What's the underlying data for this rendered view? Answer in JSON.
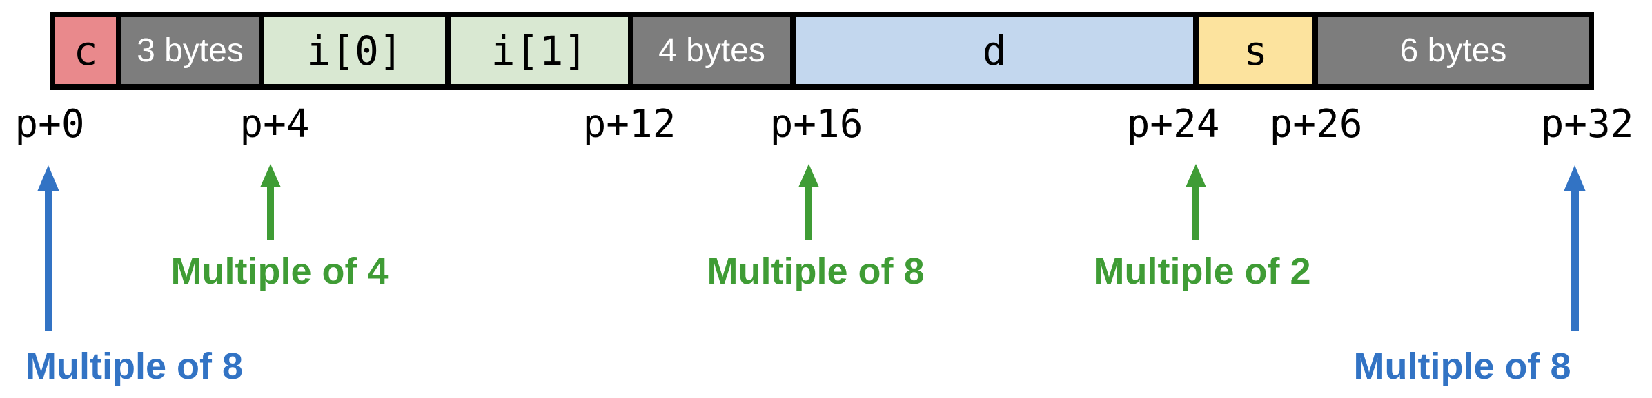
{
  "memory_bar": {
    "segments": [
      {
        "name": "c",
        "kind": "field"
      },
      {
        "name": "3 bytes",
        "kind": "padding"
      },
      {
        "name": "i[0]",
        "kind": "field"
      },
      {
        "name": "i[1]",
        "kind": "field"
      },
      {
        "name": "4 bytes",
        "kind": "padding"
      },
      {
        "name": "d",
        "kind": "field"
      },
      {
        "name": "s",
        "kind": "field"
      },
      {
        "name": "6 bytes",
        "kind": "padding"
      }
    ]
  },
  "offset_labels": [
    {
      "text": "p+0"
    },
    {
      "text": "p+4"
    },
    {
      "text": "p+12"
    },
    {
      "text": "p+16"
    },
    {
      "text": "p+24"
    },
    {
      "text": "p+26"
    },
    {
      "text": "p+32"
    }
  ],
  "alignment_annotations": [
    {
      "text": "Multiple of 8",
      "color": "blue",
      "at": "p+0"
    },
    {
      "text": "Multiple of 4",
      "color": "green",
      "at": "p+4"
    },
    {
      "text": "Multiple of 8",
      "color": "green",
      "at": "p+16"
    },
    {
      "text": "Multiple of 2",
      "color": "green",
      "at": "p+24"
    },
    {
      "text": "Multiple of 8",
      "color": "blue",
      "at": "p+32"
    }
  ],
  "colors": {
    "field_char": "#e9898c",
    "field_int": "#d9e8d2",
    "field_double": "#c3d7ee",
    "field_short": "#fce39e",
    "padding_gray": "#7d7d7d",
    "padding_text": "#ffffff",
    "border": "#000000",
    "annotation_green": "#3f9c35",
    "annotation_blue": "#3273c4"
  }
}
